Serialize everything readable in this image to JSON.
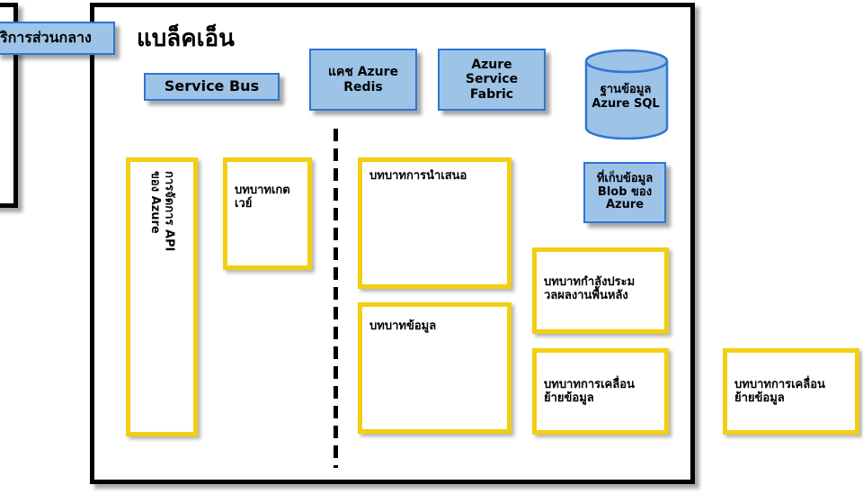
{
  "central": {
    "label": "ริการส่วนกลาง"
  },
  "backend": {
    "title": "แบล็คเอ็น"
  },
  "services": {
    "service_bus": "Service Bus",
    "redis": "แคช Azure\nRedis",
    "fabric": "Azure\nService\nFabric",
    "sql": "ฐานข้อมูล\nAzure SQL",
    "blob": "ที่เก็บข้อมูล\nBlob ของ\nAzure"
  },
  "roles": {
    "api_mgmt": "การจัดการ API\nของ Azure",
    "gateway": "บทบาทเกต\nเวย์",
    "presentation": "บทบาทการนำเสนอ",
    "data": "บทบาทข้อมูล",
    "background": "บทบาทกำลังประม\nวลผลงานพื้นหลัง",
    "migration_inner": "บทบาทการเคลื่อน\nย้ายข้อมูล",
    "migration_outer": "บทบาทการเคลื่อน\nย้ายข้อมูล"
  },
  "colors": {
    "frame": "#000000",
    "service_fill": "#9dc3e6",
    "service_border": "#2e75d6",
    "role_border": "#f2cf12"
  }
}
